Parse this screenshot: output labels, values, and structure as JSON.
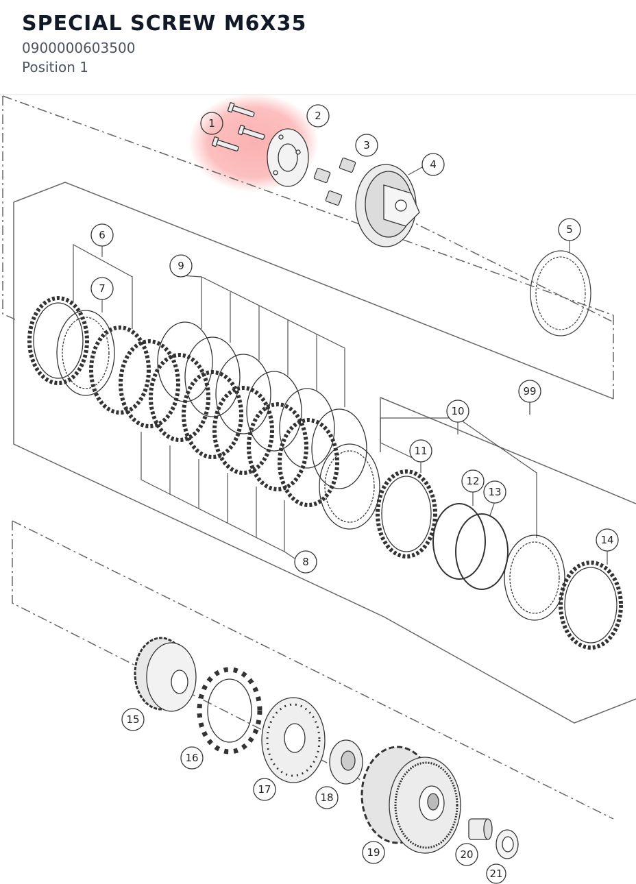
{
  "part": {
    "title": "SPECIAL SCREW M6X35",
    "number": "0900000603500",
    "position": "Position 1"
  },
  "colors": {
    "highlight": "#f87171",
    "line": "#555555",
    "part_stroke": "#333333",
    "part_fill": "#e5e5e5"
  },
  "callouts": [
    "1",
    "2",
    "3",
    "4",
    "5",
    "6",
    "7",
    "8",
    "9",
    "10",
    "11",
    "12",
    "13",
    "14",
    "15",
    "16",
    "17",
    "18",
    "19",
    "20",
    "21",
    "99"
  ],
  "highlighted_callout": "1"
}
